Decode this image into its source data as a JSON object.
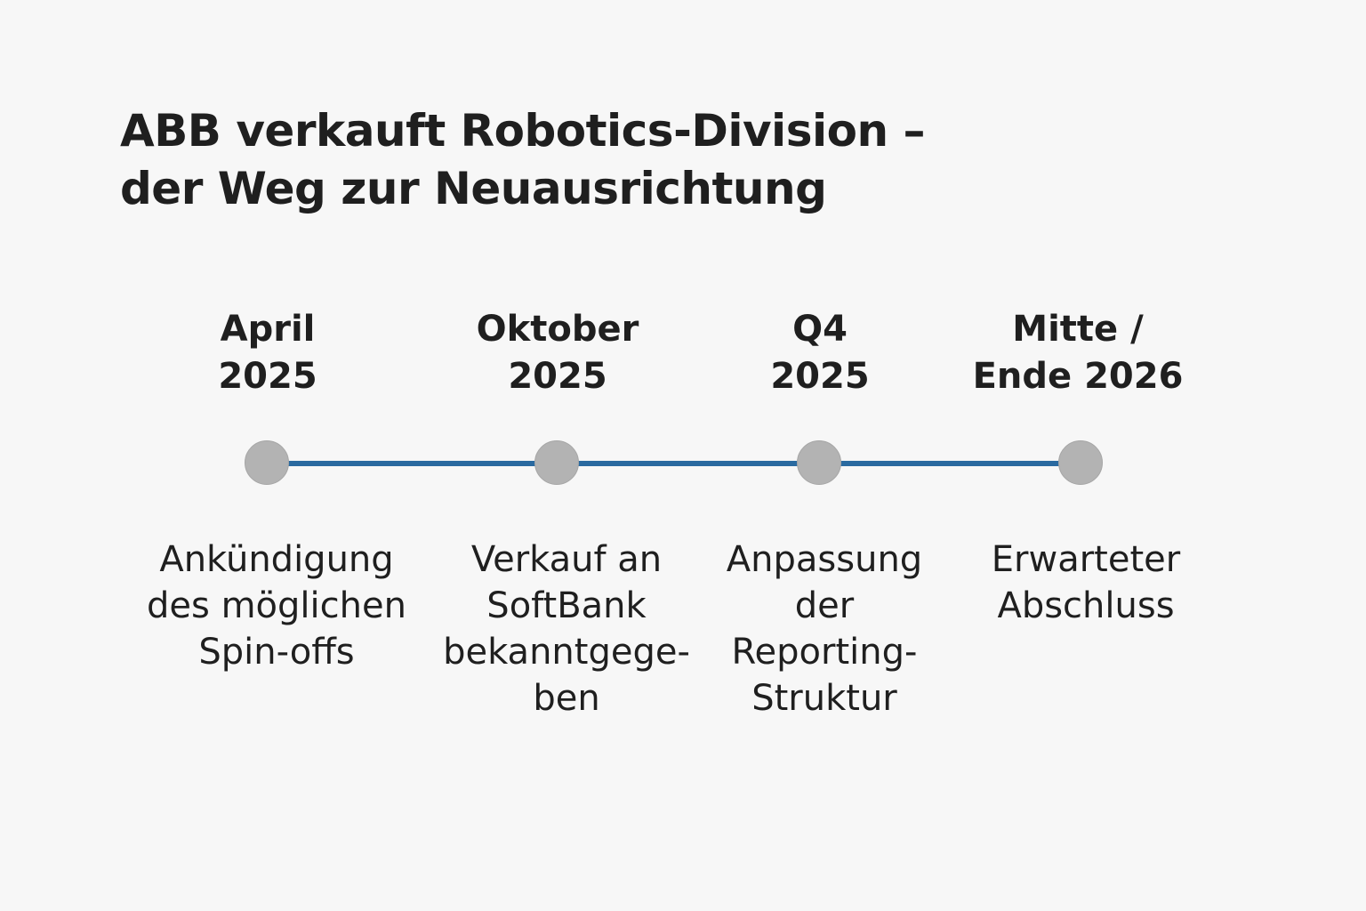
{
  "title": {
    "line1": "ABB verkauft Robotics-Division –",
    "line2": "der Weg zur Neuausrichtung"
  },
  "colors": {
    "line": "#2a6aa0",
    "dot": "#b3b3b3",
    "text": "#1f1f1f",
    "background": "#f7f7f7"
  },
  "milestones": [
    {
      "date": [
        "April",
        "2025"
      ],
      "description": [
        "Ankündigung",
        "des möglichen",
        "Spin-offs"
      ]
    },
    {
      "date": [
        "Oktober",
        "2025"
      ],
      "description": [
        "Verkauf an",
        "SoftBank",
        "bekanntgege-",
        "ben"
      ]
    },
    {
      "date": [
        "Q4",
        "2025"
      ],
      "description": [
        "Anpassung",
        "der",
        "Reporting-",
        "Struktur"
      ]
    },
    {
      "date": [
        "Mitte /",
        "Ende 2026"
      ],
      "description": [
        "Erwarteter",
        "Abschluss"
      ]
    }
  ]
}
